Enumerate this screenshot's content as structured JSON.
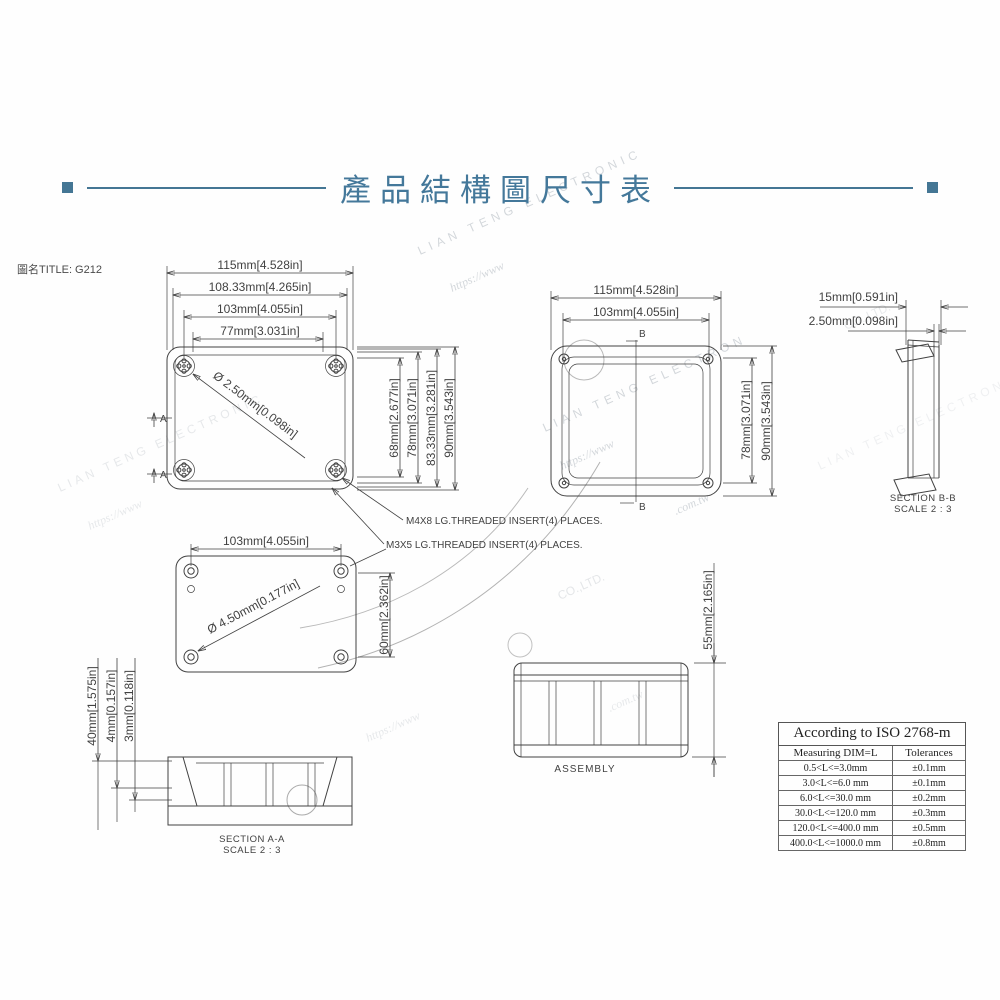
{
  "header": {
    "title": "產品結構圖尺寸表"
  },
  "meta": {
    "drawing_name": "圖名TITLE: G212"
  },
  "colors": {
    "accent": "#447694",
    "line": "#414141",
    "watermark": "#c9ced3",
    "logo_red": "#e0635a",
    "logo_yellow": "#f1df9e"
  },
  "views": {
    "bottom_view": {
      "h_dims": [
        "115mm[4.528in]",
        "108.33mm[4.265in]",
        "103mm[4.055in]",
        "77mm[3.031in]"
      ],
      "v_dims": [
        "68mm[2.677in]",
        "78mm[3.071in]",
        "83.33mm[3.281in]",
        "90mm[3.543in]"
      ],
      "diagonal_dim": "Ø 2.50mm[0.098in]",
      "section_marker": "A",
      "callout_m4": "M4X8 LG.THREADED INSERT(4) PLACES.",
      "callout_m3": "M3X5 LG.THREADED INSERT(4) PLACES."
    },
    "top_view": {
      "h_dims": [
        "115mm[4.528in]",
        "103mm[4.055in]"
      ],
      "v_dims": [
        "78mm[3.071in]",
        "90mm[3.543in]"
      ],
      "section_marker": "B"
    },
    "section_bb": {
      "dims": [
        "15mm[0.591in]",
        "2.50mm[0.098in]"
      ],
      "label": "SECTION B-B",
      "scale": "SCALE 2 : 3"
    },
    "inner_view": {
      "h_dim": "103mm[4.055in]",
      "diagonal_dim": "Ø 4.50mm[0.177in]",
      "v_dim": "60mm[2.362in]"
    },
    "section_aa": {
      "v_dims": [
        "40mm[1.575in]",
        "4mm[0.157in]",
        "3mm[0.118in]"
      ],
      "label": "SECTION A-A",
      "scale": "SCALE 2 : 3"
    },
    "assembly": {
      "v_dim": "55mm[2.165in]",
      "label": "ASSEMBLY"
    }
  },
  "tolerance_table": {
    "title": "According to ISO 2768-m",
    "headers": [
      "Measuring  DIM=L",
      "Tolerances"
    ],
    "rows": [
      [
        "0.5<L<=3.0mm",
        "±0.1mm"
      ],
      [
        "3.0<L<=6.0 mm",
        "±0.1mm"
      ],
      [
        "6.0<L<=30.0 mm",
        "±0.2mm"
      ],
      [
        "30.0<L<=120.0 mm",
        "±0.3mm"
      ],
      [
        "120.0<L<=400.0 mm",
        "±0.5mm"
      ],
      [
        "400.0<L<=1000.0 mm",
        "±0.8mm"
      ]
    ]
  },
  "watermark": {
    "brand": "LIAN TENG ELECTRONIC",
    "brand_short": "LIAN TENG ELECTRON",
    "url": "https://www",
    "url_suffix": ".com.tw",
    "company": "CO.,LTD."
  }
}
